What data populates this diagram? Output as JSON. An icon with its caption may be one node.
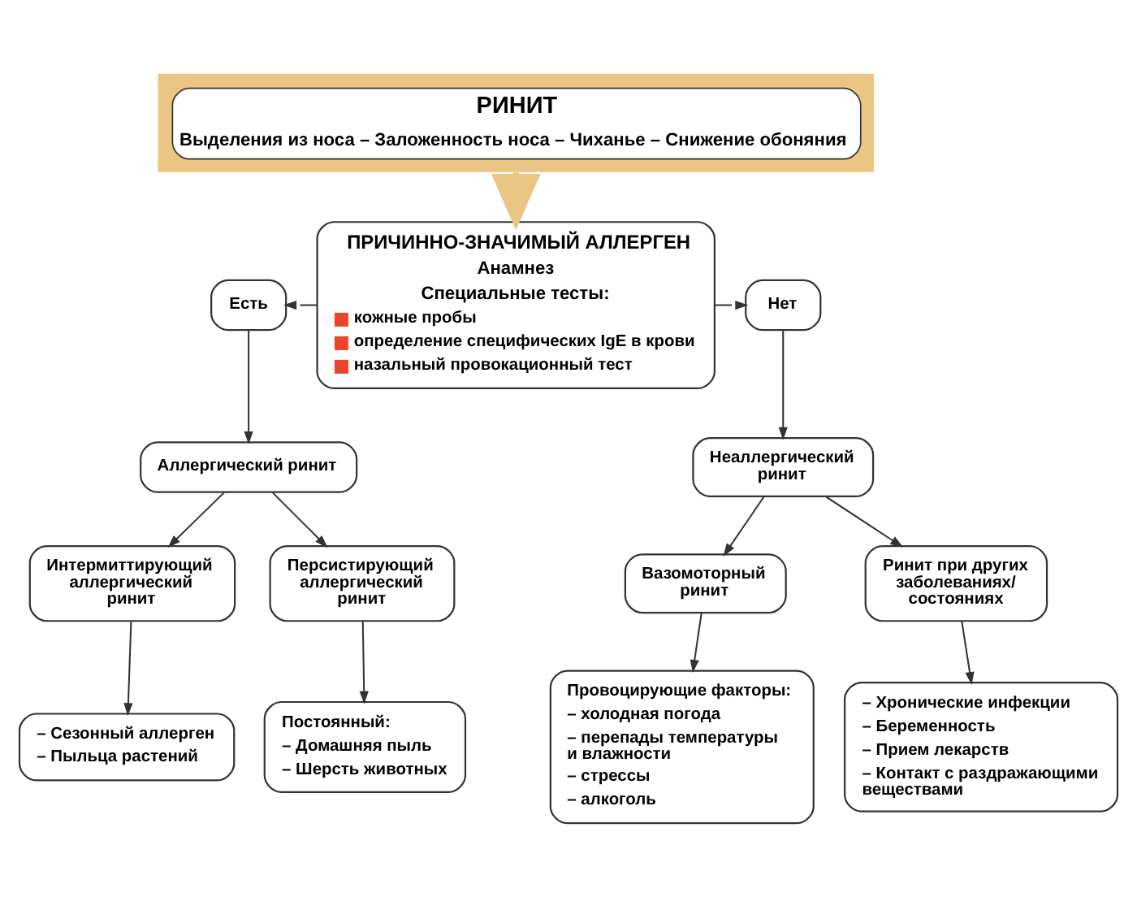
{
  "diagram": {
    "nodes": [
      {
        "text": [
          "РИНИТ",
          "Выделения из носа – Заложенность носа – Чиханье – Снижение обоняния"
        ]
      },
      {
        "text": [
          "ПРИЧИННО-ЗНАЧИМЫЙ АЛЛЕРГЕН",
          "Анамнез",
          "Специальные тесты:",
          "кожные пробы",
          "определение специфических IgE в крови",
          "назальный провокационный тест"
        ]
      },
      {
        "text": [
          "Есть"
        ]
      },
      {
        "text": [
          "Нет"
        ]
      },
      {
        "text": [
          "Аллергический ринит"
        ]
      },
      {
        "text": [
          "Неаллергический ринит"
        ]
      },
      {
        "text": [
          "Интермиттирующий аллергический ринит"
        ]
      },
      {
        "text": [
          "Персистирующий аллергический ринит"
        ]
      },
      {
        "text": [
          "Вазомоторный ринит"
        ]
      },
      {
        "text": [
          "Ринит при других заболеваниях/ состояниях"
        ]
      },
      {
        "text": [
          "– Сезонный аллерген",
          "– Пыльца растений"
        ]
      },
      {
        "text": [
          "Постоянный:",
          "– Домашняя пыль",
          "– Шерсть животных"
        ]
      },
      {
        "text": [
          "Провоцирующие факторы:",
          "– холодная погода",
          "– перепады температуры и влажности",
          "– стрессы",
          "– алкоголь"
        ]
      },
      {
        "text": [
          "– Хронические инфекции",
          "– Беременность",
          "– Прием лекарств",
          "– Контакт с раздражающими веществами"
        ]
      }
    ],
    "edges": [
      {
        "from": 0,
        "to": 1,
        "arrow": "to",
        "style": "thick",
        "color": "#ebc583"
      },
      {
        "from": 1,
        "to": 2,
        "arrow": "to"
      },
      {
        "from": 1,
        "to": 3,
        "arrow": "to"
      },
      {
        "from": 2,
        "to": 4,
        "arrow": "to"
      },
      {
        "from": 3,
        "to": 5,
        "arrow": "to"
      },
      {
        "from": 4,
        "to": 6,
        "arrow": "to"
      },
      {
        "from": 4,
        "to": 7,
        "arrow": "to"
      },
      {
        "from": 5,
        "to": 8,
        "arrow": "to"
      },
      {
        "from": 5,
        "to": 9,
        "arrow": "to"
      },
      {
        "from": 6,
        "to": 10,
        "arrow": "to"
      },
      {
        "from": 7,
        "to": 11,
        "arrow": "to"
      },
      {
        "from": 8,
        "to": 12,
        "arrow": "to"
      },
      {
        "from": 9,
        "to": 13,
        "arrow": "to"
      }
    ]
  }
}
